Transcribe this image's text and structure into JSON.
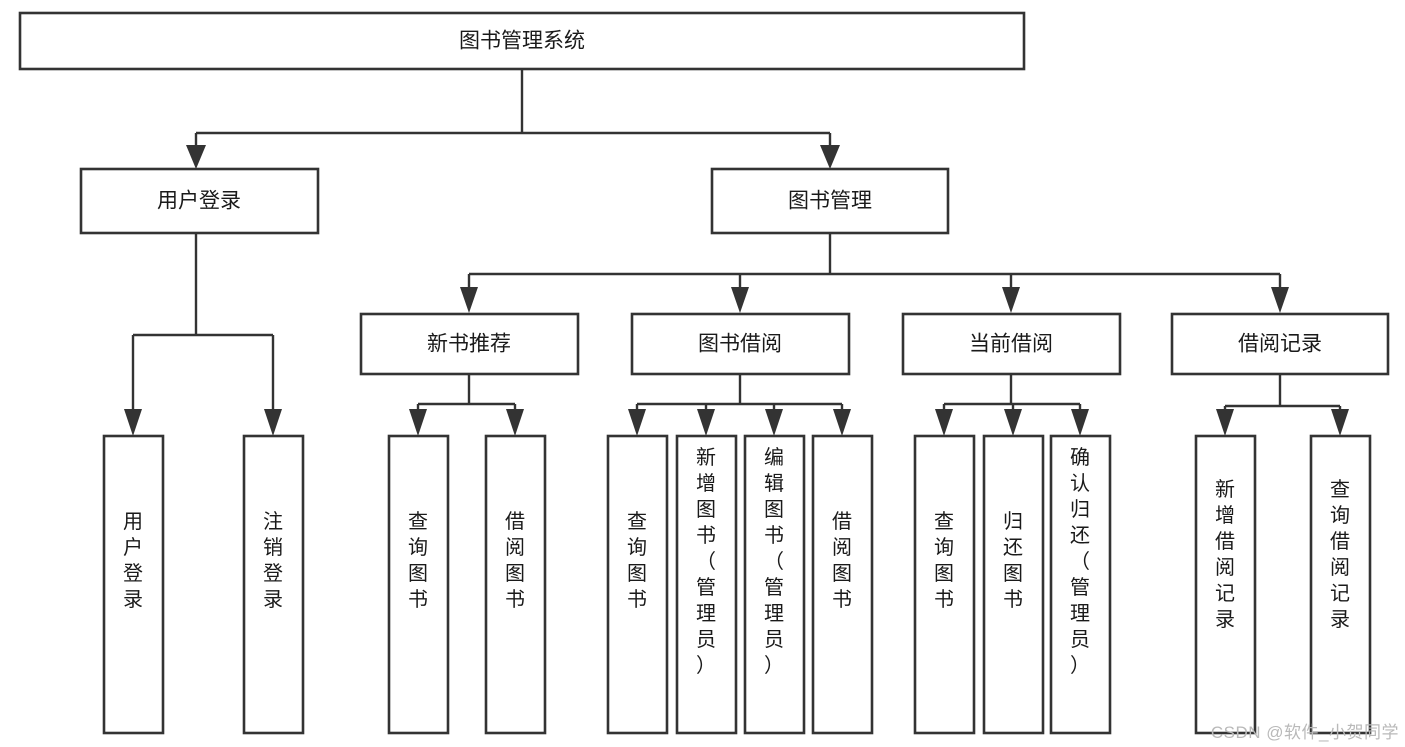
{
  "diagram": {
    "type": "tree-hierarchy-chart",
    "title": "图书管理系统",
    "watermark": "CSDN @软件_小贺同学",
    "colors": {
      "box_stroke": "#333333",
      "box_fill": "#ffffff",
      "text": "#1a1a1a",
      "connector": "#333333",
      "watermark": "#b9b9b9",
      "background": "#ffffff"
    },
    "root": {
      "label": "图书管理系统",
      "level": 1
    },
    "level2": [
      {
        "label": "用户登录"
      },
      {
        "label": "图书管理"
      }
    ],
    "level3": [
      {
        "label": "新书推荐"
      },
      {
        "label": "图书借阅"
      },
      {
        "label": "当前借阅"
      },
      {
        "label": "借阅记录"
      }
    ],
    "leaves": {
      "user_login": [
        {
          "label": "用户登录",
          "lines": [
            "用",
            "户",
            "登",
            "录"
          ]
        },
        {
          "label": "注销登录",
          "lines": [
            "注",
            "销",
            "登",
            "录"
          ]
        }
      ],
      "new_book_recommend": [
        {
          "label": "查询图书",
          "lines": [
            "查",
            "询",
            "图",
            "书"
          ]
        },
        {
          "label": "借阅图书",
          "lines": [
            "借",
            "阅",
            "图",
            "书"
          ]
        }
      ],
      "book_borrow": [
        {
          "label": "查询图书",
          "lines": [
            "查",
            "询",
            "图",
            "书"
          ]
        },
        {
          "label": "新增图书（管理员）",
          "lines": [
            "新",
            "增",
            "图",
            "书",
            "（",
            "管",
            "理",
            "员",
            "）"
          ]
        },
        {
          "label": "编辑图书（管理员）",
          "lines": [
            "编",
            "辑",
            "图",
            "书",
            "（",
            "管",
            "理",
            "员",
            "）"
          ]
        },
        {
          "label": "借阅图书",
          "lines": [
            "借",
            "阅",
            "图",
            "书"
          ]
        }
      ],
      "current_borrow": [
        {
          "label": "查询图书",
          "lines": [
            "查",
            "询",
            "图",
            "书"
          ]
        },
        {
          "label": "归还图书",
          "lines": [
            "归",
            "还",
            "图",
            "书"
          ]
        },
        {
          "label": "确认归还（管理员）",
          "lines": [
            "确",
            "认",
            "归",
            "还",
            "（",
            "管",
            "理",
            "员",
            "）"
          ]
        }
      ],
      "borrow_record": [
        {
          "label": "新增借阅记录",
          "lines": [
            "新",
            "增",
            "借",
            "阅",
            "记",
            "录"
          ]
        },
        {
          "label": "查询借阅记录",
          "lines": [
            "查",
            "询",
            "借",
            "阅",
            "记",
            "录"
          ]
        }
      ]
    }
  }
}
